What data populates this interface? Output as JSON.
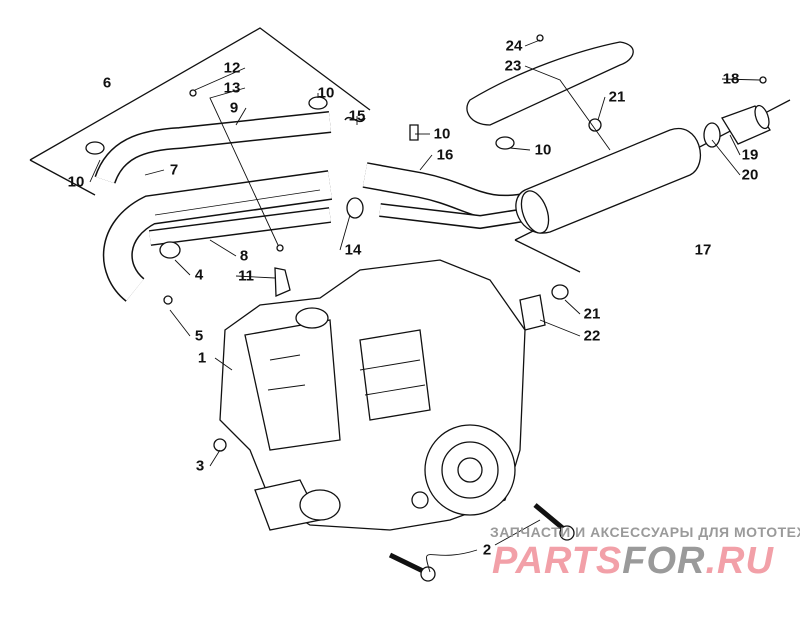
{
  "diagram": {
    "title": "Exhaust and engine assembly parts diagram",
    "callouts": [
      "1",
      "2",
      "3",
      "4",
      "5",
      "6",
      "7",
      "8",
      "9",
      "10",
      "10",
      "10",
      "10",
      "11",
      "12",
      "13",
      "14",
      "15",
      "16",
      "17",
      "18",
      "19",
      "20",
      "21",
      "21",
      "22",
      "23",
      "24"
    ]
  },
  "labels": {
    "l1": "1",
    "l2": "2",
    "l3": "3",
    "l4": "4",
    "l5": "5",
    "l6": "6",
    "l7": "7",
    "l8": "8",
    "l9": "9",
    "l10a": "10",
    "l10b": "10",
    "l10c": "10",
    "l10d": "10",
    "l11": "11",
    "l12": "12",
    "l13": "13",
    "l14": "14",
    "l15": "15",
    "l16": "16",
    "l17": "17",
    "l18": "18",
    "l19": "19",
    "l20": "20",
    "l21a": "21",
    "l21b": "21",
    "l22": "22",
    "l23": "23",
    "l24": "24"
  },
  "watermark": {
    "tagline": "ЗАПЧАСТИ И АКСЕССУАРЫ ДЛЯ МОТОТЕХНИКИ",
    "brand_part1": "PARTS",
    "brand_part2": "FOR",
    "brand_part3": ".RU",
    "colors": {
      "pink": "#f2a0a8",
      "gray": "#9a9a9a"
    }
  }
}
